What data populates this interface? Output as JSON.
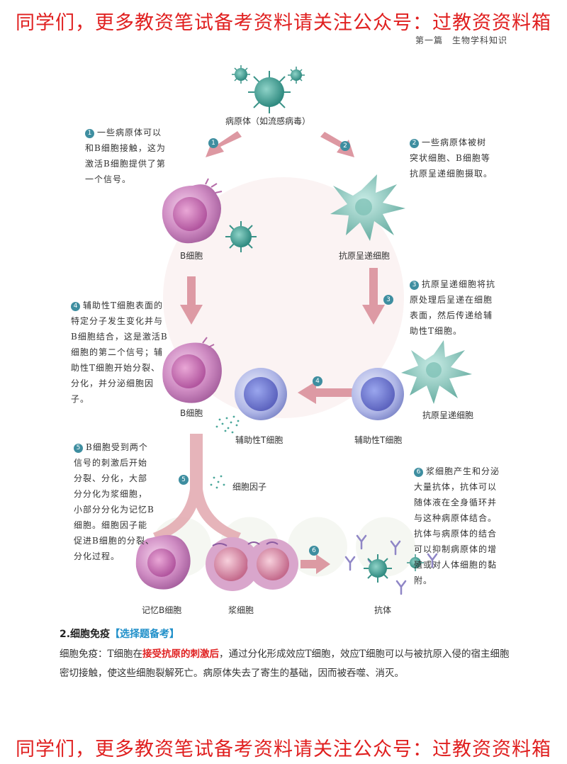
{
  "banner_top": "同学们，更多教资笔试备考资料请关注公众号：过教资资料箱",
  "banner_bottom": "同学们，更多教资笔试备考资料请关注公众号：过教资资料箱",
  "running_head": "第一篇　生物学科知识",
  "diagram": {
    "pathogen_label": "病原体（如流感病毒）",
    "b_cell_label": "B细胞",
    "apc_label": "抗原呈递细胞",
    "b_cell_label_2": "B细胞",
    "helper_t_label_left": "辅助性T细胞",
    "helper_t_label_right": "辅助性T细胞",
    "apc_label_2": "抗原呈递细胞",
    "cytokine_label": "细胞因子",
    "memory_b_label": "记忆B细胞",
    "plasma_label": "浆细胞",
    "antibody_label": "抗体",
    "steps": [
      "1",
      "2",
      "3",
      "4",
      "5",
      "6"
    ],
    "notes": [
      {
        "num": "1",
        "text": "一些病原体可以和B细胞接触，这为激活B细胞提供了第一个信号。"
      },
      {
        "num": "2",
        "text": "一些病原体被树突状细胞、B细胞等抗原呈递细胞摄取。"
      },
      {
        "num": "3",
        "text": "抗原呈递细胞将抗原处理后呈递在细胞表面，然后传递给辅助性T细胞。"
      },
      {
        "num": "4",
        "text": "辅助性T细胞表面的特定分子发生变化并与B细胞结合，这是激活B细胞的第二个信号；辅助性T细胞开始分裂、分化，并分泌细胞因子。"
      },
      {
        "num": "5",
        "text": "B细胞受到两个信号的刺激后开始分裂、分化，大部分分化为浆细胞，小部分分化为记忆B细胞。细胞因子能促进B细胞的分裂、分化过程。"
      },
      {
        "num": "6",
        "text": "浆细胞产生和分泌大量抗体，抗体可以随体液在全身循环并与这种病原体结合。抗体与病原体的结合可以抑制病原体的增殖或对人体细胞的黏附。"
      }
    ]
  },
  "section": {
    "title": "2.细胞免疫",
    "tag": "【选择题备考】"
  },
  "body": {
    "p_before": "细胞免疫：T细胞在",
    "p_highlight": "接受抗原的刺激后",
    "p_after": "，通过分化形成效应T细胞，效应T细胞可以与被抗原入侵的宿主细胞密切接触，使这些细胞裂解死亡。病原体失去了寄生的基础，因而被吞噬、消灭。"
  },
  "colors": {
    "banner_red": "#e02020",
    "tag_blue": "#1f8fc9",
    "step_teal": "#3e8ea0",
    "b_cell_pink": "#c77bb8",
    "t_cell_blue": "#8f99d8",
    "apc_green": "#6fb9ad",
    "arrow_pink": "#d78a95"
  }
}
